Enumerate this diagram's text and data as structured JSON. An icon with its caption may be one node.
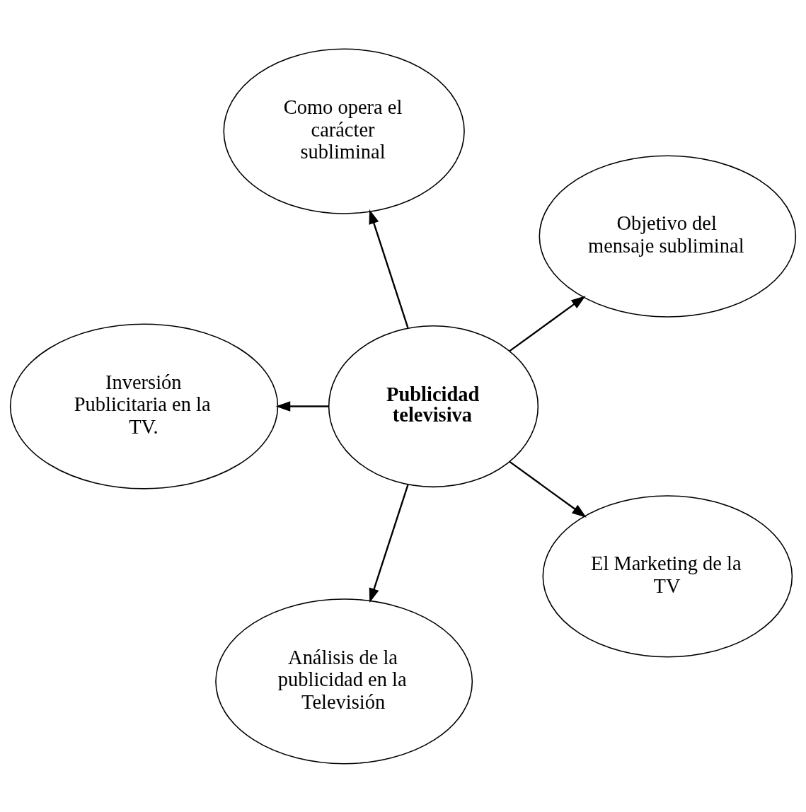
{
  "diagram": {
    "nodes": [
      {
        "text": [
          "Objetivo del mensaje subliminal"
        ]
      },
      {
        "text": [
          "Como opera el carácter subliminal"
        ]
      },
      {
        "text": [
          "Inversión Publicitaria en la TV."
        ]
      },
      {
        "text": [
          "Publicidad televisiva"
        ]
      },
      {
        "text": [
          "Análisis de la publicidad en la Televisión"
        ]
      },
      {
        "text": [
          "El Marketing de la TV"
        ]
      }
    ],
    "edges": [
      {
        "from": 3,
        "to": 0,
        "arrow": "to"
      },
      {
        "from": 3,
        "to": 1,
        "arrow": "to"
      },
      {
        "from": 3,
        "to": 2,
        "arrow": "to"
      },
      {
        "from": 3,
        "to": 4,
        "arrow": "to"
      },
      {
        "from": 3,
        "to": 5,
        "arrow": "to"
      }
    ]
  }
}
